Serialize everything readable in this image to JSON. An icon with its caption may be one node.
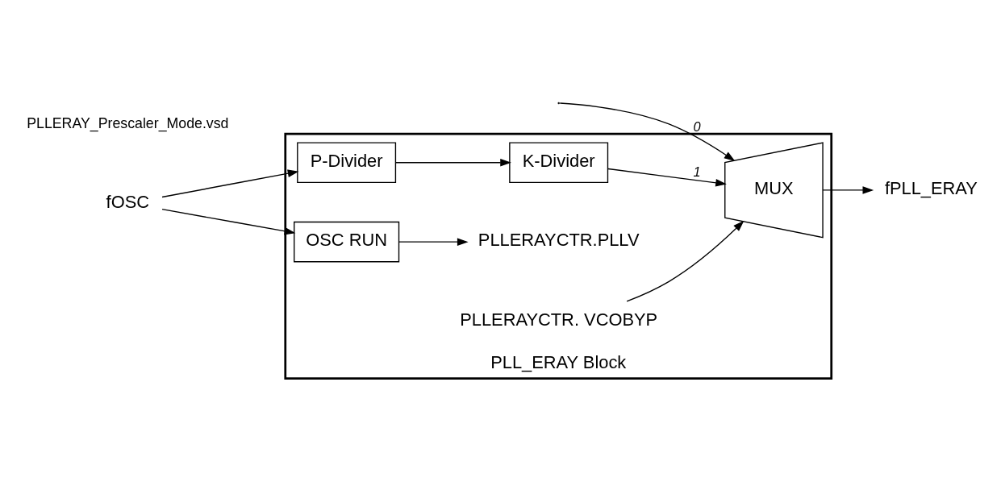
{
  "diagram": {
    "nodes": [
      {
        "text": [
          "PLL_ERAY Block"
        ]
      },
      {
        "text": [
          "fOSC"
        ]
      },
      {
        "text": [
          "P-Divider"
        ],
        "in": 0
      },
      {
        "text": [
          "K-Divider"
        ],
        "in": 0
      },
      {
        "text": [
          "OSC RUN"
        ],
        "in": 0
      },
      {
        "text": [
          "MUX"
        ],
        "in": 0
      },
      {
        "text": [
          "fPLL_ERAY"
        ]
      },
      {
        "text": [
          "PLLERAYCTR.PLLV"
        ],
        "in": 0
      },
      {
        "text": [
          "PLLERAYCTR. VCOBYP"
        ],
        "in": 0
      }
    ],
    "edges": [
      {
        "from": 1,
        "to": 2,
        "arrow": "to"
      },
      {
        "from": 1,
        "to": 4,
        "arrow": "to"
      },
      {
        "from": 2,
        "to": 3,
        "arrow": "to"
      },
      {
        "from": 3,
        "to": 5,
        "arrow": "to",
        "label": "1"
      },
      {
        "from": null,
        "to": 5,
        "arrow": "to",
        "label": "0"
      },
      {
        "from": 5,
        "to": 6,
        "arrow": "to"
      },
      {
        "from": 4,
        "to": 7,
        "arrow": "to"
      },
      {
        "from": 8,
        "to": 5,
        "arrow": "to"
      }
    ],
    "labels": [
      "PLLERAY_Prescaler_Mode.vsd"
    ]
  }
}
